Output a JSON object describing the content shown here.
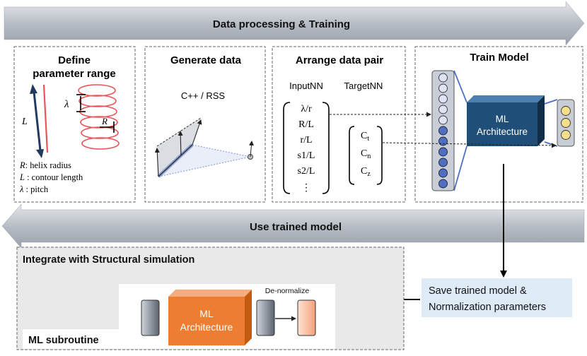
{
  "top_banner": {
    "label": "Data processing & Training"
  },
  "bottom_banner": {
    "label": "Use trained model"
  },
  "panel1": {
    "title_line1": "Define",
    "title_line2": "parameter range",
    "label_L": "L",
    "label_lambda": "λ",
    "label_R": "R",
    "legend": [
      {
        "sym": "R",
        "text": ": helix radius"
      },
      {
        "sym": "L",
        "text": " : contour length"
      },
      {
        "sym": "λ",
        "text": " : pitch"
      }
    ]
  },
  "panel2": {
    "title": "Generate data",
    "subtitle": "C++ / RSS"
  },
  "panel3": {
    "title": "Arrange data pair",
    "input_header": "InputNN",
    "target_header": "TargetNN",
    "inputs": [
      "λ/r",
      "R/L",
      "r/L",
      "s1/L",
      "s2/L",
      "⋮"
    ],
    "targets": [
      {
        "base": "C",
        "sub": "t"
      },
      {
        "base": "C",
        "sub": "n"
      },
      {
        "base": "C",
        "sub": "z"
      }
    ]
  },
  "panel4": {
    "title": "Train Model",
    "box_line1": "ML",
    "box_line2": "Architecture"
  },
  "save_box": {
    "line1": "Save trained model &",
    "line2": "Normalization parameters"
  },
  "integrate": {
    "title": "Integrate with Structural simulation",
    "subroutine_label": "ML subroutine",
    "box_line1": "ML",
    "box_line2": "Architecture",
    "denorm_label": "De-normalize"
  },
  "colors": {
    "banner": "#b4bac2",
    "helix_red": "#e8565a",
    "nn_blue": "#4e6fc4",
    "nn_light": "#dde3f3",
    "ml_box": "#1f4e79",
    "yellow_node": "#f5de8c",
    "orange_box": "#ed7d31",
    "save_box_bg": "#deebf7",
    "integrate_bg": "#e9e9e9"
  }
}
